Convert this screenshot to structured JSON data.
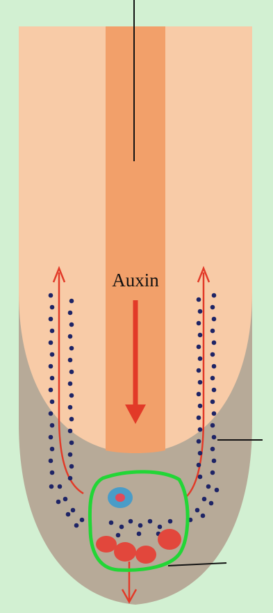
{
  "diagram": {
    "auxin_label": "Auxin",
    "colors": {
      "border": "#d2f0d2",
      "root_cap": "#b7aa98",
      "root_body": "#f8cba7",
      "stele": "#f2a06a",
      "auxin_arrow": "#e23a28",
      "statolith_dots": "#1e2466",
      "cell_outline": "#22d636",
      "nucleus_outer": "#4a9cc8",
      "nucleus_inner": "#e24a5a",
      "amyloplast": "#e2473c",
      "leader_line": "#111111"
    },
    "icons": [
      "auxin-flow-arrow",
      "statolith-dot",
      "amyloplast",
      "nucleus"
    ]
  }
}
